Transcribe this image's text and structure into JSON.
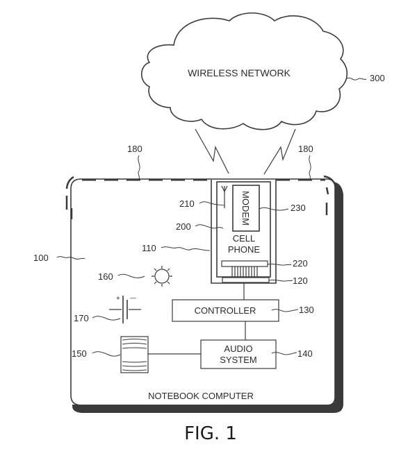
{
  "figure": {
    "caption": "FIG. 1",
    "network": {
      "label": "WIRELESS NETWORK",
      "ref": "300"
    },
    "notebook": {
      "label": "NOTEBOOK COMPUTER",
      "ref": "100"
    },
    "shield": {
      "ref_left": "180",
      "ref_right": "180"
    },
    "bay": {
      "ref": "110"
    },
    "cell_phone": {
      "label_line1": "CELL",
      "label_line2": "PHONE",
      "ref": "200"
    },
    "antenna": {
      "ref": "210"
    },
    "modem": {
      "label": "MODEM",
      "ref": "230"
    },
    "phone_connector": {
      "ref": "220"
    },
    "dock_connector": {
      "ref": "120"
    },
    "controller": {
      "label": "CONTROLLER",
      "ref": "130"
    },
    "audio_system": {
      "label_line1": "AUDIO",
      "label_line2": "SYSTEM",
      "ref": "140"
    },
    "speaker": {
      "ref": "150"
    },
    "light": {
      "ref": "160"
    },
    "battery": {
      "ref": "170",
      "plus": "+",
      "minus": "—"
    }
  }
}
